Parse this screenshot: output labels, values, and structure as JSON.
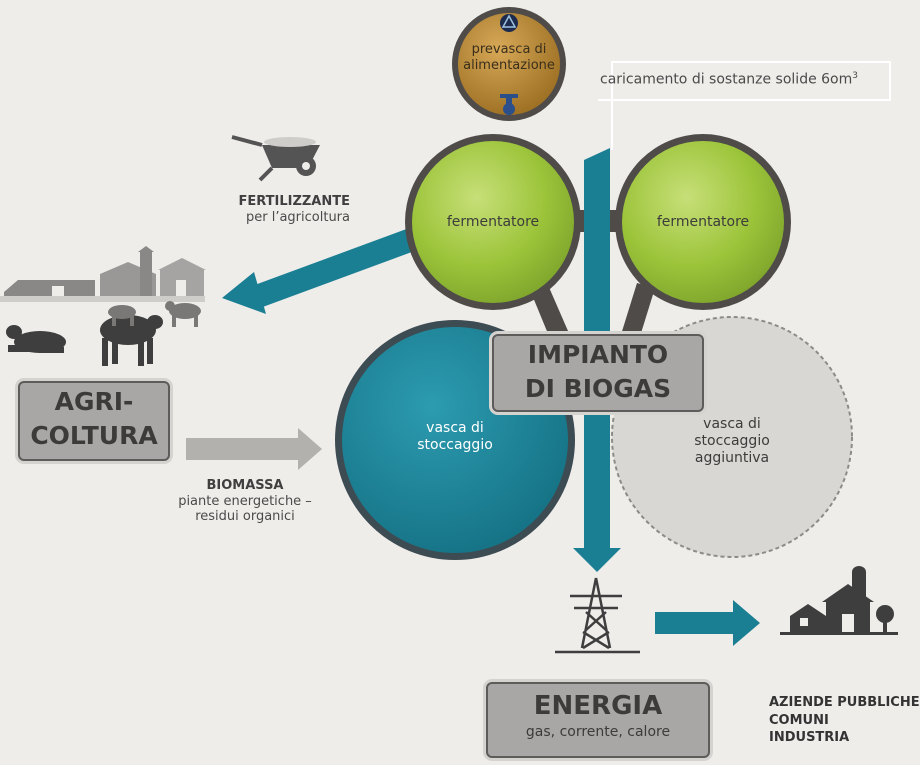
{
  "prefeed": {
    "line1": "prevasca di",
    "line2": "alimentazione"
  },
  "solids_load": {
    "label": "caricamento di sostanze solide 6om",
    "superscript": "3"
  },
  "fermenter_left": {
    "label": "fermentatore"
  },
  "fermenter_right": {
    "label": "fermentatore"
  },
  "fertilizer": {
    "title": "FERTILIZZANTE",
    "subtitle": "per l’agricoltura"
  },
  "plant": {
    "line1": "IMPIANTO",
    "line2": "DI BIOGAS"
  },
  "storage": {
    "line1": "vasca di",
    "line2": "stoccaggio"
  },
  "extra_storage": {
    "line1": "vasca di",
    "line2": "stoccaggio",
    "line3": "aggiuntiva"
  },
  "agriculture": {
    "line1": "AGRI-",
    "line2": "COLTURA"
  },
  "biomass": {
    "title": "BIOMASSA",
    "line1": "piante energetiche –",
    "line2": "residui organici"
  },
  "energy": {
    "title": "ENERGIA",
    "subtitle": "gas, corrente, calore"
  },
  "consumers": {
    "line1": "AZIENDE PUBBLICHE",
    "line2": "COMUNI",
    "line3": "INDUSTRIA"
  },
  "colors": {
    "teal": "#1b7f94",
    "green": "#9cc43a",
    "gold": "#b5842f",
    "grey_box": "#a9a7a5",
    "silhouette": "#545454"
  }
}
